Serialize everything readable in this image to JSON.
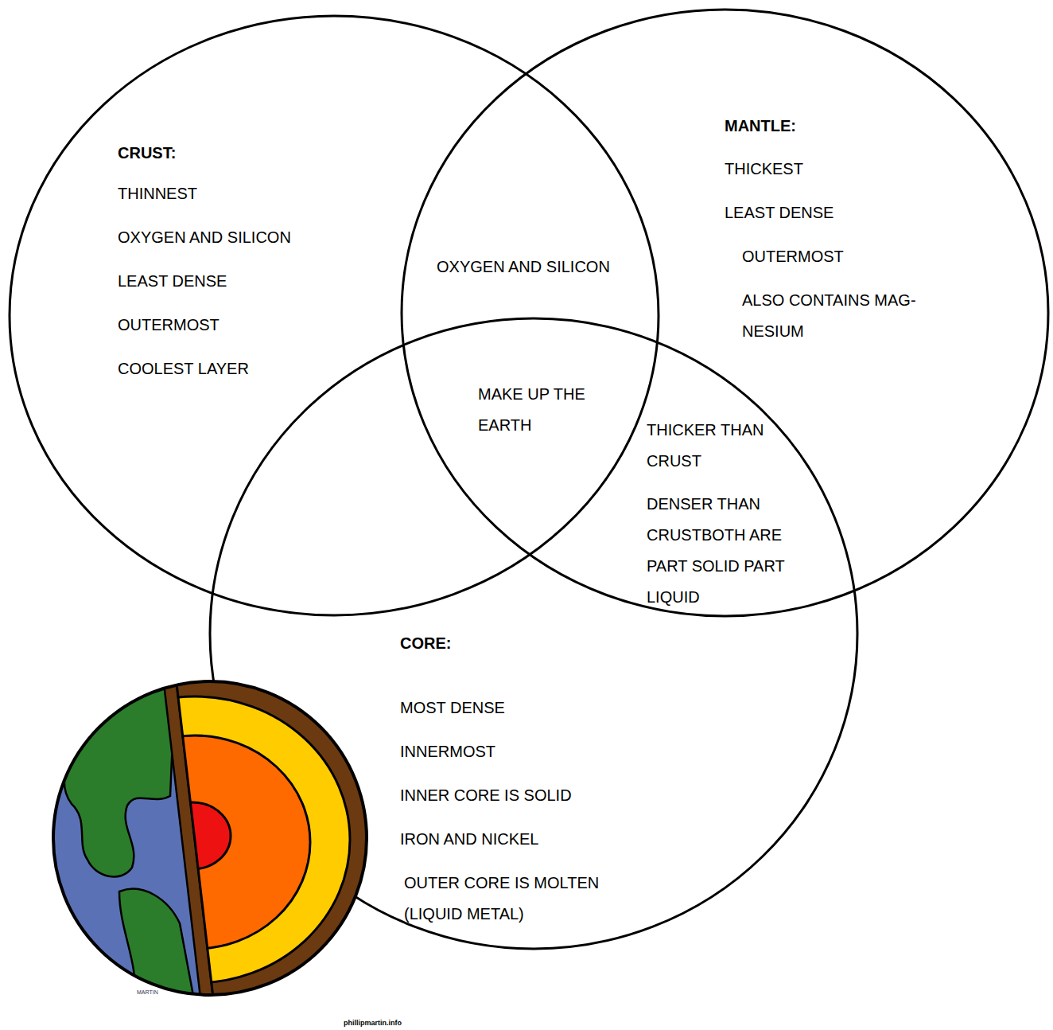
{
  "diagram": {
    "nodes": [
      {
        "text": [
          "CRUST:",
          "THINNEST",
          "OXYGEN AND SILICON",
          "LEAST DENSE",
          "OUTERMOST",
          "COOLEST LAYER"
        ]
      },
      {
        "text": [
          "MANTLE:",
          "THICKEST",
          "LEAST DENSE",
          "OUTERMOST",
          "ALSO CONTAINS MAG- NESIUM"
        ]
      },
      {
        "text": [
          "CORE:",
          "MOST DENSE",
          "INNERMOST",
          "INNER CORE IS SOLID",
          "IRON AND NICKEL",
          "OUTER CORE IS MOLTEN (LIQUID METAL)"
        ]
      }
    ],
    "labels": [
      "OXYGEN AND SILICON",
      "MAKE UP THE EARTH",
      "THICKER THAN CRUST",
      "DENSER THAN CRUSTBOTH ARE PART SOLID PART LIQUID",
      "MARTIN",
      "phillipmartin.info"
    ]
  }
}
